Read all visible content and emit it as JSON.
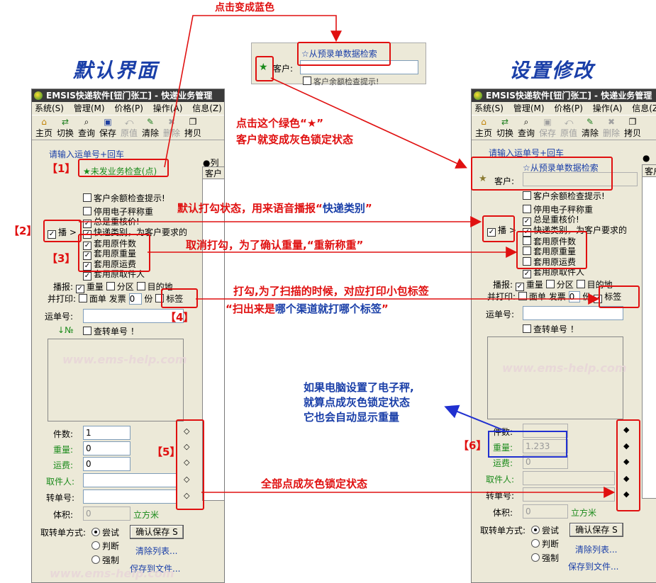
{
  "titles": {
    "default": "默认界面",
    "modified": "设置修改"
  },
  "annotations": {
    "click_blue": "点击变成蓝色",
    "green_star_line1": "点击这个绿色“★”",
    "green_star_line2": "客户就变成灰色锁定状态",
    "default_checked_pre": "默认打勾状态，用来语音播报“",
    "default_checked_hl": "快递类别",
    "default_checked_post": "”",
    "uncheck": "取消打勾，为了确认重量,“重新称重”",
    "check_line1": "打勾,为了扫描的时候，对应打印小包标签",
    "check_line2_pre": "“扫出来是",
    "check_line2_hl": "哪个渠道就打哪个标签",
    "check_line2_post": "”",
    "scale_line1": "如果电脑设置了电子秤,",
    "scale_line2": "就算点成灰色锁定状态",
    "scale_line3": "它也会自动显示重量",
    "all_lock": "全部点成灰色锁定状态"
  },
  "tags": [
    "【1】",
    "【2】",
    "【3】",
    "【4】",
    "【5】",
    "【6】"
  ],
  "watermark": "www.ems-help.com",
  "window": {
    "title": "EMSIS快递软件[钮门张工] - 快递业务管理",
    "menu": [
      "系统(S)",
      "管理(M)",
      "价格(P)",
      "操作(A)",
      "信息(Z)"
    ],
    "toolbar": [
      "主页",
      "切换",
      "查询",
      "保存",
      "原值",
      "清除",
      "删除",
      "拷贝"
    ],
    "tab": "请输入运单号+回车",
    "right_tab": "●列表",
    "right_col": "客户",
    "not_shipped_check": "★未发业务检查(点)",
    "preorder_search": "☆从预录单数据检索",
    "customer_label": "客户:",
    "options": {
      "balance_check": "客户余额检查提示!",
      "stop_scale": "停用电子秤称重",
      "always_recheck": "总是重核价!",
      "broadcast": "播",
      "express_type": "快递类别，为客户要求的",
      "use_orig_count": "套用原件数",
      "use_orig_weight": "套用原重量",
      "use_orig_freight": "套用原运费",
      "use_orig_pickup": "套用原取件人"
    },
    "broadcast_row": {
      "label": "播报:",
      "weight": "重量",
      "zone": "分区",
      "dest": "目的地"
    },
    "print_row": {
      "label": "并打印:",
      "sheet": "面单",
      "invoice": "发票",
      "copies_value": "0",
      "copies_unit": "份",
      "label_tag": "标签"
    },
    "waybill_label": "运单号:",
    "no_label": "↓№",
    "check_transfer": "查转单号 ！",
    "fields": {
      "count_label": "件数:",
      "count_value": "1",
      "weight_label": "重量:",
      "weight_value": "0",
      "weight_value_locked": "1.233",
      "freight_label": "运费:",
      "freight_value": "0",
      "pickup_label": "取件人:",
      "transfer_label": "转单号:",
      "volume_label": "体积:",
      "volume_value": "0",
      "volume_unit": "立方米"
    },
    "mode": {
      "label": "取转单方式:",
      "try": "尝试",
      "judge": "判断",
      "force": "强制"
    },
    "confirm_save": "确认保存 S",
    "clear_list": "清除列表...",
    "save_file": "保存到文件..."
  }
}
